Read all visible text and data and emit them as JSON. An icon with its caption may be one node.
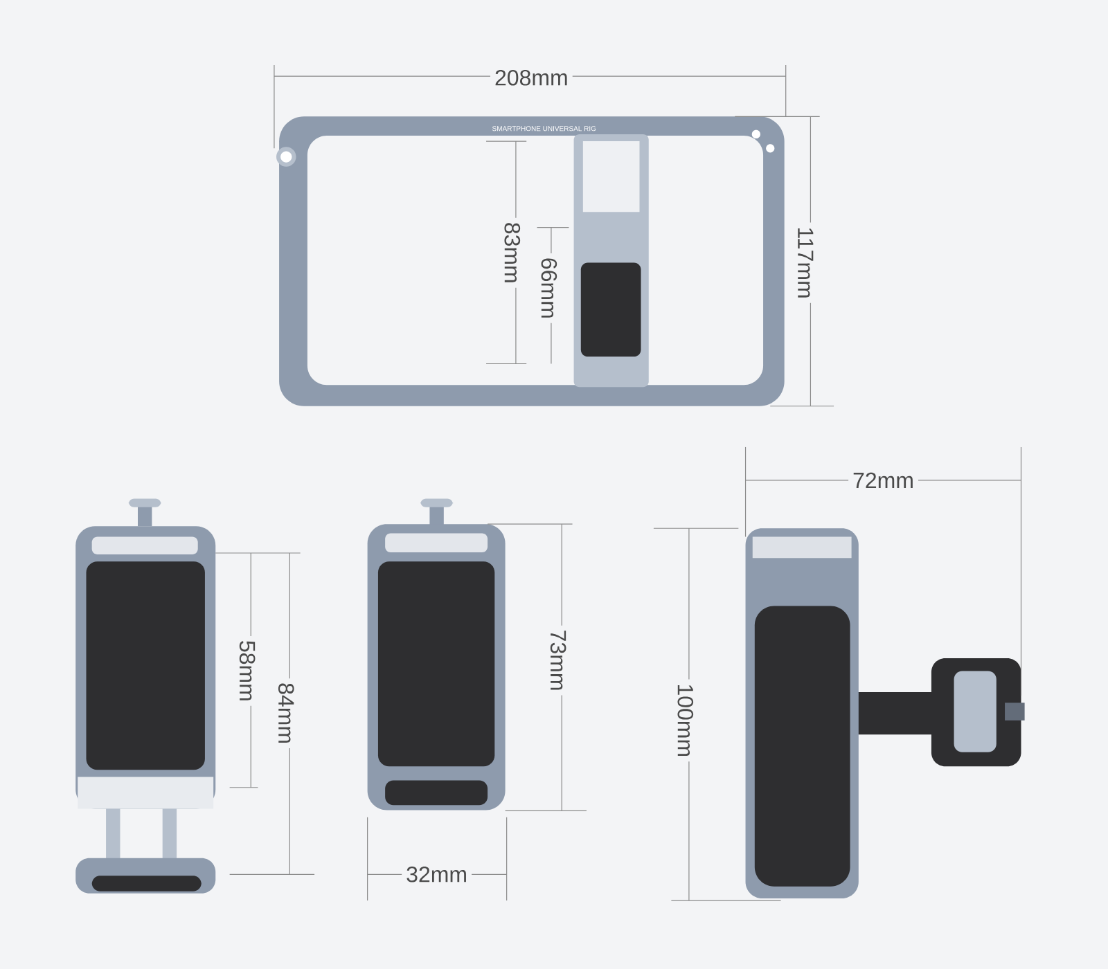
{
  "diagram": {
    "labels": [
      "208mm",
      "SMARTPHONE UNIVERSAL RIG",
      "83mm",
      "66mm",
      "117mm",
      "72mm",
      "58mm",
      "84mm",
      "73mm",
      "100mm",
      "32mm"
    ]
  }
}
